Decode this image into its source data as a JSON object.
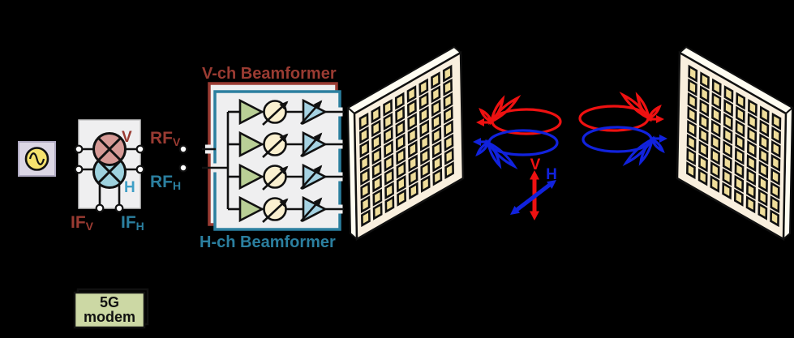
{
  "figure": "dual-polarized 5G beamforming link diagram",
  "modem": {
    "line1": "5G",
    "line2": "modem"
  },
  "mixer": {
    "v_label": "V",
    "h_label": "H",
    "rf_v": {
      "text": "RF",
      "sub": "V"
    },
    "rf_h": {
      "text": "RF",
      "sub": "H"
    },
    "if_v": {
      "text": "IF",
      "sub": "V"
    },
    "if_h": {
      "text": "IF",
      "sub": "H"
    }
  },
  "beamformer": {
    "v_title": "V-ch Beamformer",
    "h_title": "H-ch Beamformer",
    "channels": 4
  },
  "antenna_array": {
    "rows": 8,
    "cols": 8
  },
  "polarization": {
    "v_label": "V",
    "h_label": "H"
  },
  "colors": {
    "bg": "#000000",
    "v_channel": "#9a3b32",
    "h_channel": "#2b7f9f",
    "h_bright": "#3f9fc6",
    "pattern_v": "#ee1111",
    "pattern_h": "#1122dd",
    "box_fill": "#efeff0",
    "amp_green": "#b9cf96",
    "ps_cream": "#faf0d0",
    "vga_blue": "#a5d2e2",
    "mixer_v_fill": "#d69a96",
    "mixer_h_fill": "#9ed2de",
    "osc_fill": "#f6e26e",
    "osc_box": "#dcd7e5",
    "array_face": "#f9efde",
    "array_strip": "#fffdf2",
    "patch_yellow": "#efdd9a",
    "modem_fill": "#ccd8a4"
  }
}
